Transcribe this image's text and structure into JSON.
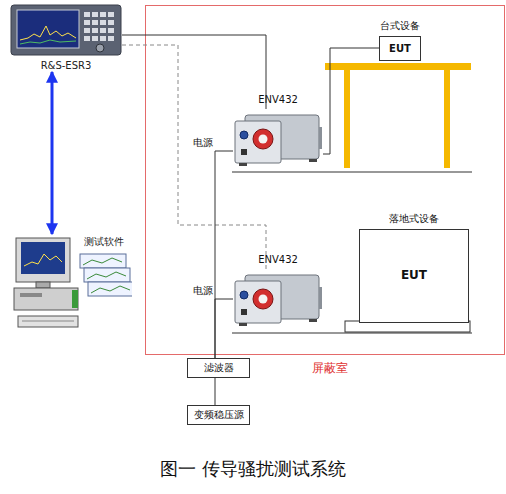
{
  "diagram": {
    "caption": "图一 传导骚扰测试系统",
    "nodes": [
      {
        "text": [
          "R&S-ESR3"
        ]
      },
      {
        "text": [
          "屏蔽室"
        ]
      },
      {
        "text": [
          "ENV432"
        ],
        "in": 1
      },
      {
        "text": [
          "台式设备",
          "EUT"
        ],
        "in": 1
      },
      {
        "text": [
          "ENV432"
        ],
        "in": 1
      },
      {
        "text": [
          "落地式设备",
          "EUT"
        ],
        "in": 1
      },
      {
        "text": [
          "测试软件"
        ]
      },
      {
        "text": [
          "滤波器"
        ]
      },
      {
        "text": [
          "变频稳压源"
        ]
      }
    ],
    "edges": [
      {
        "from": 0,
        "to": 6,
        "arrow": "both"
      },
      {
        "from": 0,
        "to": 2,
        "arrow": "none"
      },
      {
        "from": 0,
        "to": 4,
        "arrow": "none"
      },
      {
        "from": 2,
        "to": 3,
        "arrow": "none"
      },
      {
        "from": 7,
        "to": 2,
        "arrow": "none"
      },
      {
        "from": 7,
        "to": 4,
        "arrow": "none"
      },
      {
        "from": 7,
        "to": 8,
        "arrow": "none"
      }
    ],
    "labels": [
      "电源",
      "电源"
    ]
  }
}
